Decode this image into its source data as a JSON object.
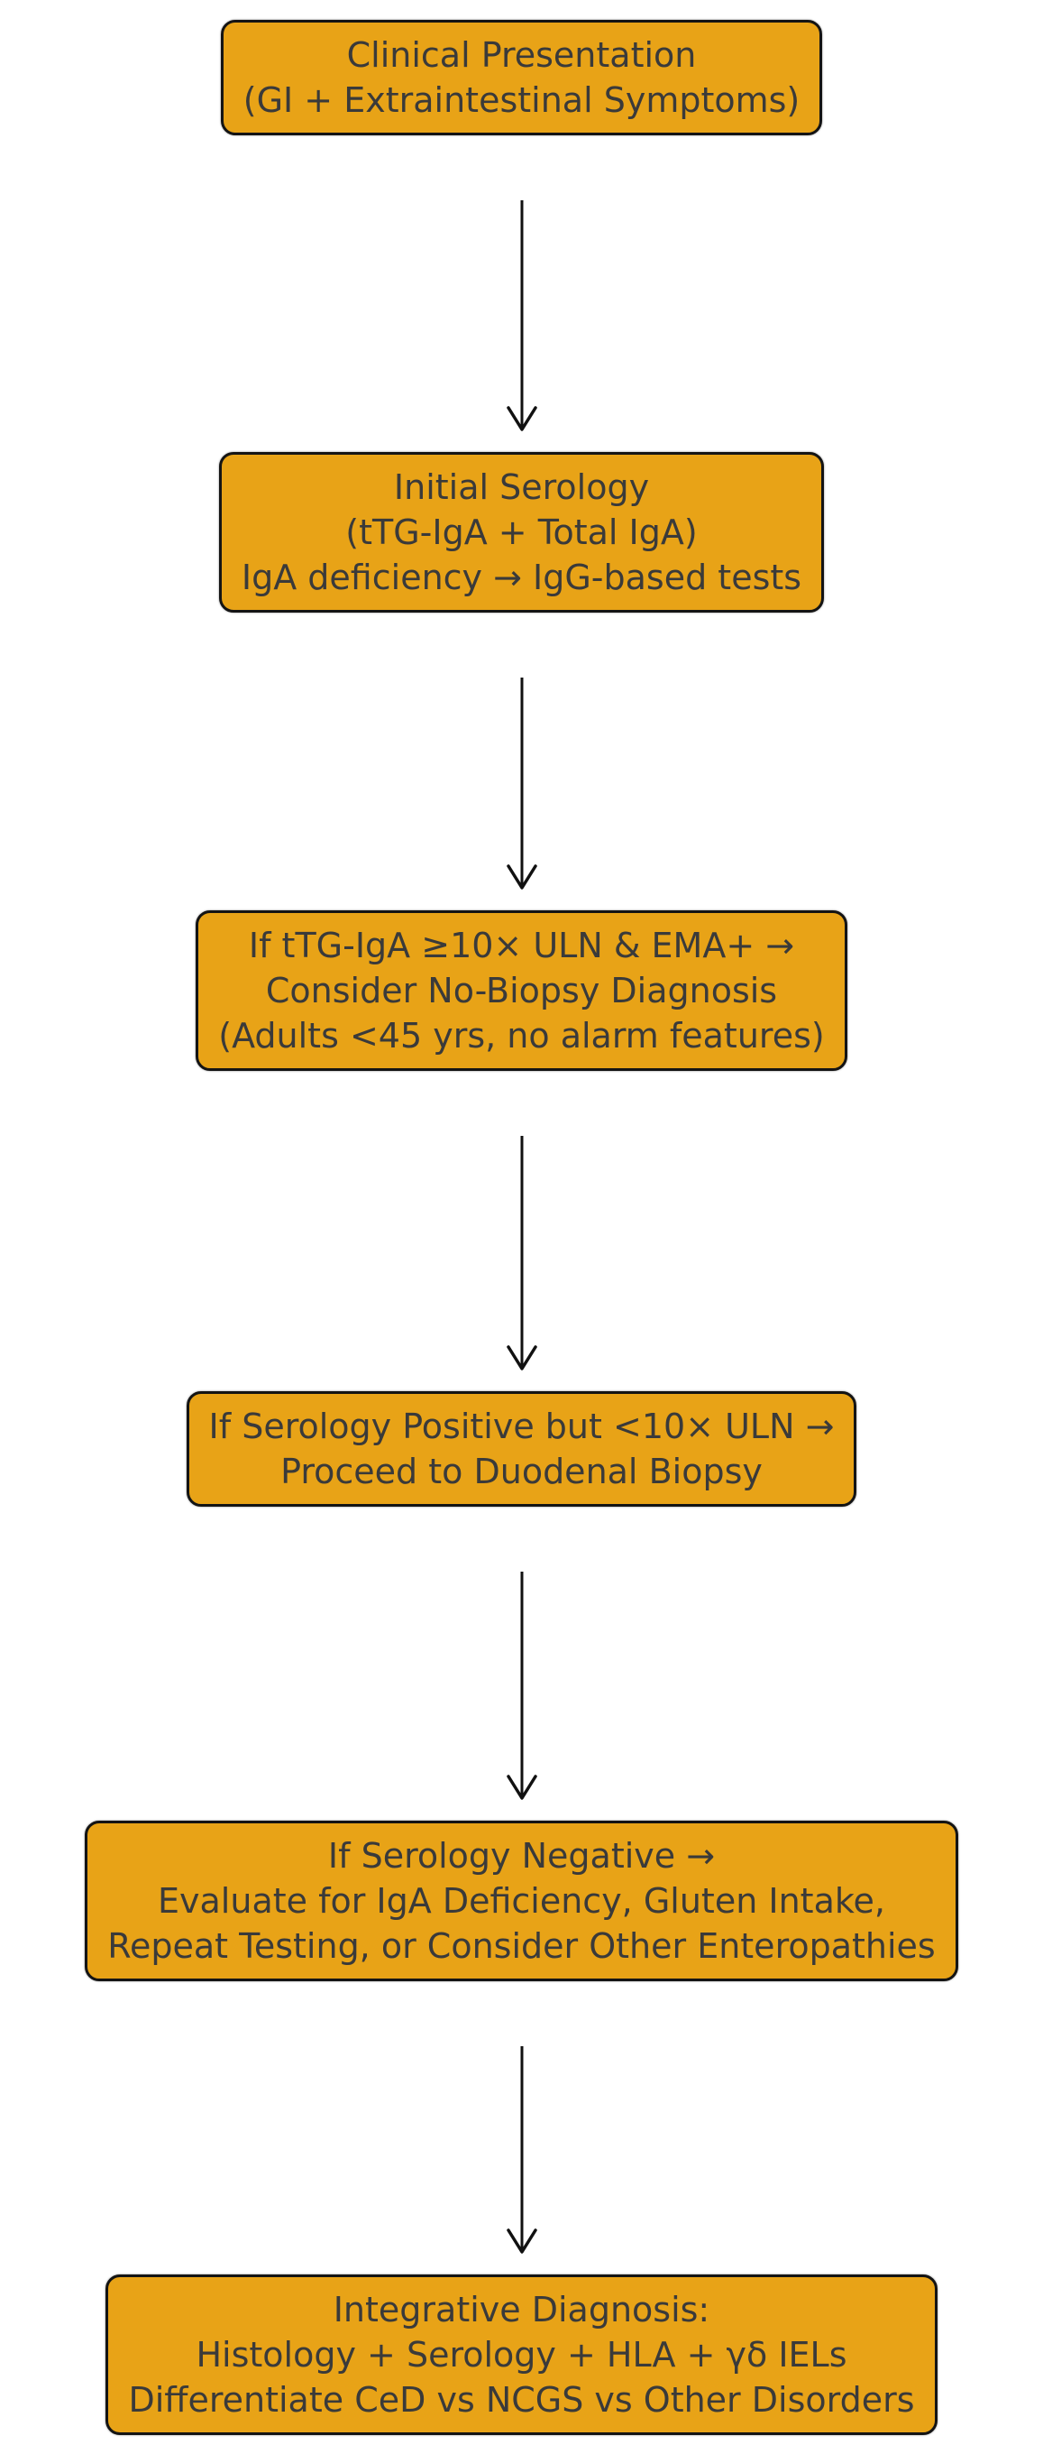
{
  "diagram": {
    "type": "flowchart",
    "colors": {
      "box_fill": "#E8A317",
      "box_border": "#141414",
      "text": "#3A3A3A",
      "arrow": "#111111",
      "background": "#FFFFFF"
    },
    "icons": {
      "connector": "arrow-down",
      "connector_glyph": "↓"
    },
    "nodes": [
      {
        "id": "clinical-presentation",
        "lines": [
          "Clinical Presentation",
          "(GI + Extraintestinal Symptoms)"
        ]
      },
      {
        "id": "initial-serology",
        "lines": [
          "Initial Serology",
          "(tTG-IgA + Total IgA)",
          "IgA deficiency → IgG-based tests"
        ]
      },
      {
        "id": "no-biopsy-diagnosis",
        "lines": [
          "If tTG-IgA ≥10× ULN & EMA+ →",
          "Consider No-Biopsy Diagnosis",
          "(Adults <45 yrs, no alarm features)"
        ]
      },
      {
        "id": "duodenal-biopsy",
        "lines": [
          "If Serology Positive but <10× ULN →",
          "Proceed to Duodenal Biopsy"
        ]
      },
      {
        "id": "serology-negative",
        "lines": [
          "If Serology Negative →",
          "Evaluate for IgA Deficiency, Gluten Intake,",
          "Repeat Testing, or Consider Other Enteropathies"
        ]
      },
      {
        "id": "integrative-diagnosis",
        "lines": [
          "Integrative Diagnosis:",
          "Histology + Serology + HLA + γδ IELs",
          "Differentiate CeD vs NCGS vs Other Disorders"
        ]
      }
    ]
  }
}
